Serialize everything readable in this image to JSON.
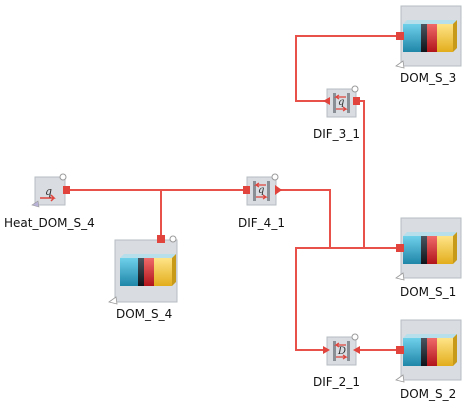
{
  "nodes": {
    "heat_dom_s_4": {
      "label": "Heat_DOM_S_4",
      "symbol": "q"
    },
    "dif_4_1": {
      "label": "DIF_4_1",
      "symbol": "q"
    },
    "dif_3_1": {
      "label": "DIF_3_1",
      "symbol": "q"
    },
    "dif_2_1": {
      "label": "DIF_2_1",
      "symbol": "D"
    },
    "dom_s_4": {
      "label": "DOM_S_4"
    },
    "dom_s_3": {
      "label": "DOM_S_3"
    },
    "dom_s_1": {
      "label": "DOM_S_1"
    },
    "dom_s_2": {
      "label": "DOM_S_2"
    }
  },
  "colors": {
    "wire": "#e8504a",
    "port": "#e0443d",
    "frame_fill": "#d9dde2",
    "frame_stroke": "#b7bcc3",
    "stripes": [
      "#2e9fc0",
      "#1b2630",
      "#d2252b",
      "#f2c744"
    ]
  }
}
